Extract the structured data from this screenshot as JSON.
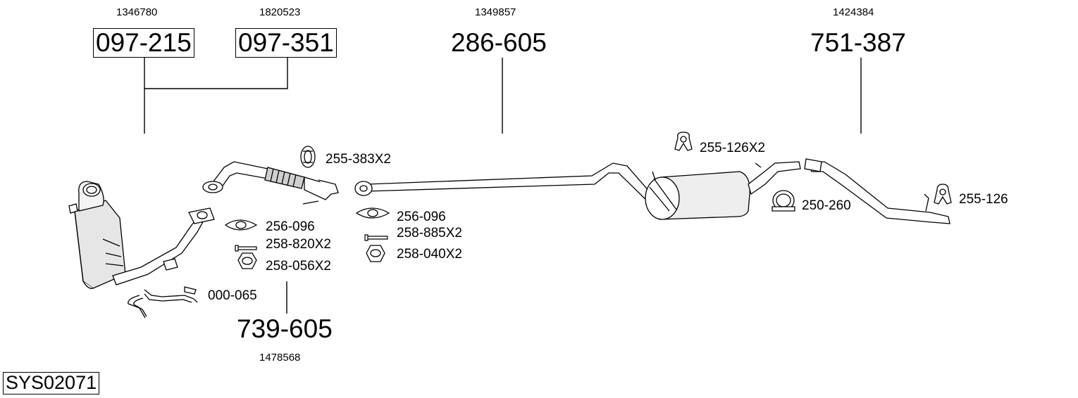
{
  "diagram": {
    "system_code": "SYS02071",
    "main_parts": [
      {
        "part_number": "097-215",
        "oe_number": "1346780"
      },
      {
        "part_number": "097-351",
        "oe_number": "1820523"
      },
      {
        "part_number": "286-605",
        "oe_number": "1349857"
      },
      {
        "part_number": "751-387",
        "oe_number": "1424384"
      },
      {
        "part_number": "739-605",
        "oe_number": "1478568"
      }
    ],
    "accessories": [
      "255-383X2",
      "256-096",
      "258-820X2",
      "258-056X2",
      "000-065",
      "256-096",
      "258-885X2",
      "258-040X2",
      "255-126X2",
      "250-260",
      "255-126"
    ]
  }
}
